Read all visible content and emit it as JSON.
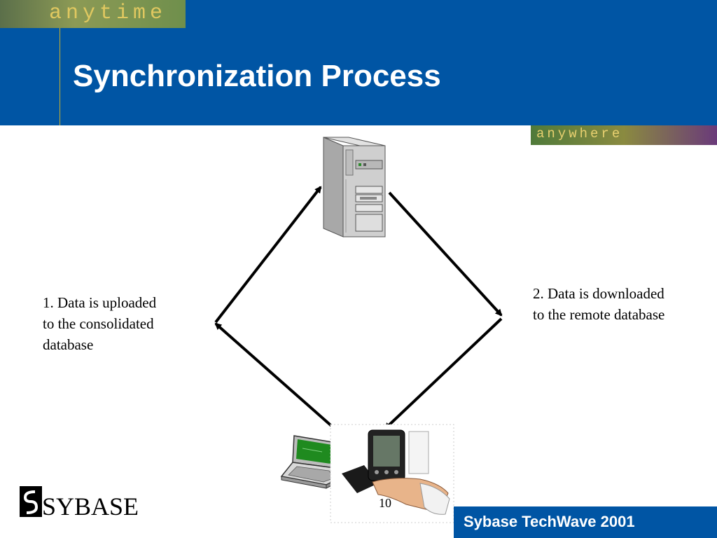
{
  "banner": {
    "top_word": "anytime",
    "side_word": "anywhere"
  },
  "slide": {
    "title": "Synchronization Process",
    "page_number": "10"
  },
  "captions": {
    "upload": [
      "1.  Data is uploaded",
      "to the consolidated",
      "database"
    ],
    "download": [
      "2.  Data is downloaded",
      "to the remote database"
    ]
  },
  "footer": {
    "brand": "SYBASE",
    "event": "Sybase TechWave 2001"
  },
  "icons": {
    "server": "server-tower-icon",
    "laptop": "laptop-icon",
    "handheld": "handheld-pda-icon",
    "logo": "sybase-logo-icon"
  },
  "colors": {
    "header_blue": "#0055a4",
    "footer_blue": "#0055a4",
    "accent_gold": "#c8b030"
  }
}
